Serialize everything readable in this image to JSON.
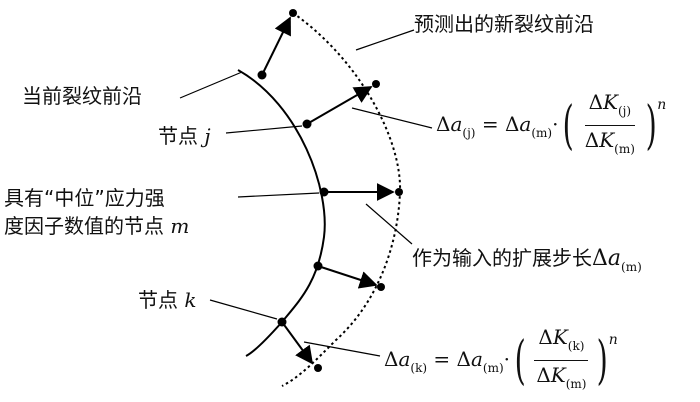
{
  "labels": {
    "predicted_front": "预测出的新裂纹前沿",
    "current_front": "当前裂纹前沿",
    "node_j_prefix": "节点",
    "node_j_var": "j",
    "median_node_line1": "具有“中位”应力强",
    "median_node_line2_prefix": "度因子数值的节点",
    "median_node_var": "m",
    "input_step_prefix": "作为输入的扩展步长",
    "node_k_prefix": "节点",
    "node_k_var": "k"
  },
  "formula_j": {
    "delta": "Δ",
    "a": "a",
    "sub_j": "(j)",
    "eq": "=",
    "sub_m": "(m)",
    "dot": "·",
    "num_K": "K",
    "den_K": "K",
    "exp": "n"
  },
  "formula_k": {
    "delta": "Δ",
    "a": "a",
    "sub_k": "(k)",
    "eq": "=",
    "sub_m": "(m)",
    "dot": "·",
    "num_K": "K",
    "den_K": "K",
    "exp": "n"
  },
  "input_step": {
    "delta": "Δ",
    "a": "a",
    "sub_m": "(m)"
  }
}
